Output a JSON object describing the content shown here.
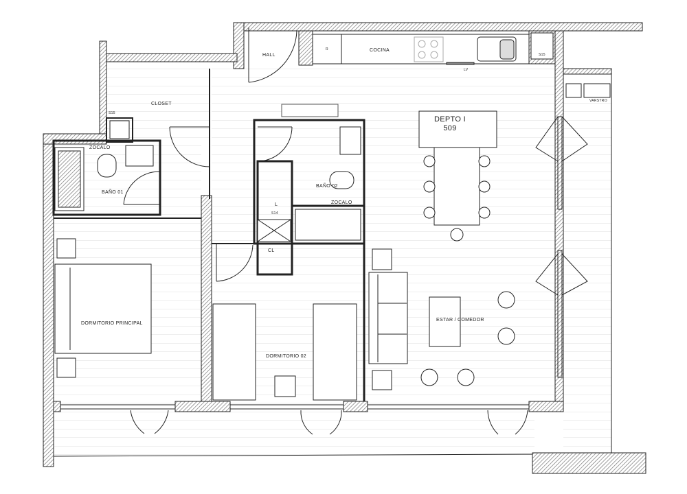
{
  "rooms": {
    "hall": "HALL",
    "kitchen": "COCINA",
    "fridge": "R",
    "dishwasher": "LV",
    "closet": "CLOSET",
    "bath1": "BAÑO 01",
    "bath1_zocalo": "ZOCALO",
    "bath2": "BAÑO 02",
    "bath2_zocalo": "ZOCALO",
    "laundry": "L",
    "closet2": "CL",
    "master_bedroom": "DORMITORIO PRINCIPAL",
    "bedroom2": "DORMITORIO 02",
    "living_dining": "ESTAR / COMEDOR"
  },
  "shafts": {
    "s15_kitchen": "S15",
    "s15_bath": "S15",
    "s14": "S14"
  },
  "terrace_label": "VARSTRO",
  "unit": {
    "name": "DEPTO I",
    "number": "509"
  },
  "colors": {
    "wall": "#555555",
    "line": "#222222",
    "floor": "#dcdcdc"
  }
}
